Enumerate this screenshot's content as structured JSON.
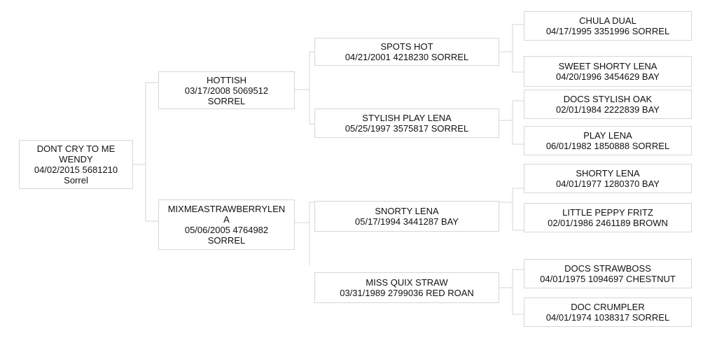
{
  "pedigree": {
    "subject": {
      "name_line1": "DONT CRY TO ME",
      "name_line2": "WENDY",
      "details": "04/02/2015 5681210",
      "color": "Sorrel"
    },
    "sire": {
      "name": "HOTTISH",
      "details": "03/17/2008 5069512",
      "color": "SORREL"
    },
    "dam": {
      "name_line1": "MIXMEASTRAWBERRYLEN",
      "name_line2": "A",
      "details": "05/06/2005 4764982",
      "color": "SORREL"
    },
    "sire_sire": {
      "name": "SPOTS HOT",
      "details": "04/21/2001 4218230 SORREL"
    },
    "sire_dam": {
      "name": "STYLISH PLAY LENA",
      "details": "05/25/1997 3575817 SORREL"
    },
    "dam_sire": {
      "name": "SNORTY LENA",
      "details": "05/17/1994 3441287 BAY"
    },
    "dam_dam": {
      "name": "MISS QUIX STRAW",
      "details": "03/31/1989 2799036 RED ROAN"
    },
    "ggp": [
      {
        "name": "CHULA DUAL",
        "details": "04/17/1995 3351996 SORREL"
      },
      {
        "name": "SWEET SHORTY LENA",
        "details": "04/20/1996 3454629 BAY"
      },
      {
        "name": "DOCS STYLISH OAK",
        "details": "02/01/1984 2222839 BAY"
      },
      {
        "name": "PLAY LENA",
        "details": "06/01/1982 1850888 SORREL"
      },
      {
        "name": "SHORTY LENA",
        "details": "04/01/1977 1280370 BAY"
      },
      {
        "name": "LITTLE PEPPY FRITZ",
        "details": "02/01/1986 2461189 BROWN"
      },
      {
        "name": "DOCS STRAWBOSS",
        "details": "04/01/1975 1094697 CHESTNUT"
      },
      {
        "name": "DOC CRUMPLER",
        "details": "04/01/1974 1038317 SORREL"
      }
    ]
  }
}
